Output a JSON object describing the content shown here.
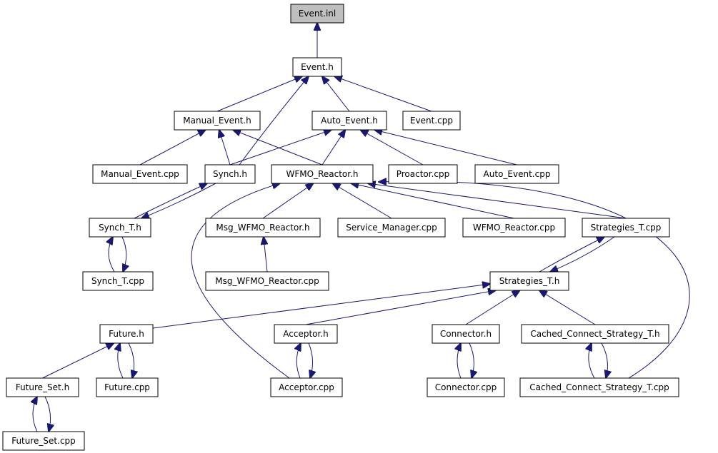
{
  "graph": {
    "edge_color": "#191970",
    "root_fill": "#bfbfbf",
    "nodes": [
      {
        "id": "event_inl",
        "label": "Event.inl",
        "root": true
      },
      {
        "id": "event_h",
        "label": "Event.h"
      },
      {
        "id": "manual_event_h",
        "label": "Manual_Event.h"
      },
      {
        "id": "auto_event_h",
        "label": "Auto_Event.h"
      },
      {
        "id": "event_cpp",
        "label": "Event.cpp"
      },
      {
        "id": "manual_event_cpp",
        "label": "Manual_Event.cpp"
      },
      {
        "id": "synch_h",
        "label": "Synch.h"
      },
      {
        "id": "wfmo_reactor_h",
        "label": "WFMO_Reactor.h"
      },
      {
        "id": "proactor_cpp",
        "label": "Proactor.cpp"
      },
      {
        "id": "auto_event_cpp",
        "label": "Auto_Event.cpp"
      },
      {
        "id": "synch_t_h",
        "label": "Synch_T.h"
      },
      {
        "id": "msg_wfmo_reactor_h",
        "label": "Msg_WFMO_Reactor.h"
      },
      {
        "id": "service_manager_cpp",
        "label": "Service_Manager.cpp"
      },
      {
        "id": "wfmo_reactor_cpp",
        "label": "WFMO_Reactor.cpp"
      },
      {
        "id": "strategies_t_cpp",
        "label": "Strategies_T.cpp"
      },
      {
        "id": "synch_t_cpp",
        "label": "Synch_T.cpp"
      },
      {
        "id": "msg_wfmo_reactor_cpp",
        "label": "Msg_WFMO_Reactor.cpp"
      },
      {
        "id": "strategies_t_h",
        "label": "Strategies_T.h"
      },
      {
        "id": "future_h",
        "label": "Future.h"
      },
      {
        "id": "acceptor_h",
        "label": "Acceptor.h"
      },
      {
        "id": "connector_h",
        "label": "Connector.h"
      },
      {
        "id": "cached_connect_strategy_t_h",
        "label": "Cached_Connect_Strategy_T.h"
      },
      {
        "id": "future_set_h",
        "label": "Future_Set.h"
      },
      {
        "id": "future_cpp",
        "label": "Future.cpp"
      },
      {
        "id": "acceptor_cpp",
        "label": "Acceptor.cpp"
      },
      {
        "id": "connector_cpp",
        "label": "Connector.cpp"
      },
      {
        "id": "cached_connect_strategy_t_cpp",
        "label": "Cached_Connect_Strategy_T.cpp"
      },
      {
        "id": "future_set_cpp",
        "label": "Future_Set.cpp"
      }
    ],
    "edges": [
      {
        "from": "event_h",
        "to": "event_inl"
      },
      {
        "from": "manual_event_h",
        "to": "event_h"
      },
      {
        "from": "synch_h",
        "to": "event_h"
      },
      {
        "from": "auto_event_h",
        "to": "event_h"
      },
      {
        "from": "event_cpp",
        "to": "event_h"
      },
      {
        "from": "manual_event_cpp",
        "to": "manual_event_h"
      },
      {
        "from": "synch_h",
        "to": "manual_event_h"
      },
      {
        "from": "wfmo_reactor_h",
        "to": "manual_event_h"
      },
      {
        "from": "synch_h",
        "to": "auto_event_h"
      },
      {
        "from": "wfmo_reactor_h",
        "to": "auto_event_h"
      },
      {
        "from": "proactor_cpp",
        "to": "auto_event_h"
      },
      {
        "from": "auto_event_cpp",
        "to": "auto_event_h"
      },
      {
        "from": "synch_t_h",
        "to": "synch_h"
      },
      {
        "from": "synch_h",
        "to": "synch_t_h"
      },
      {
        "from": "msg_wfmo_reactor_h",
        "to": "wfmo_reactor_h"
      },
      {
        "from": "service_manager_cpp",
        "to": "wfmo_reactor_h"
      },
      {
        "from": "wfmo_reactor_cpp",
        "to": "wfmo_reactor_h"
      },
      {
        "from": "strategies_t_cpp",
        "to": "wfmo_reactor_h"
      },
      {
        "from": "acceptor_cpp",
        "to": "wfmo_reactor_h"
      },
      {
        "from": "cached_connect_strategy_t_cpp",
        "to": "wfmo_reactor_h"
      },
      {
        "from": "synch_t_cpp",
        "to": "synch_t_h"
      },
      {
        "from": "synch_t_h",
        "to": "synch_t_cpp"
      },
      {
        "from": "msg_wfmo_reactor_cpp",
        "to": "msg_wfmo_reactor_h"
      },
      {
        "from": "strategies_t_h",
        "to": "strategies_t_cpp"
      },
      {
        "from": "strategies_t_cpp",
        "to": "strategies_t_h"
      },
      {
        "from": "future_h",
        "to": "strategies_t_h"
      },
      {
        "from": "acceptor_h",
        "to": "strategies_t_h"
      },
      {
        "from": "connector_h",
        "to": "strategies_t_h"
      },
      {
        "from": "cached_connect_strategy_t_h",
        "to": "strategies_t_h"
      },
      {
        "from": "future_set_h",
        "to": "future_h"
      },
      {
        "from": "future_cpp",
        "to": "future_h"
      },
      {
        "from": "future_h",
        "to": "future_cpp"
      },
      {
        "from": "acceptor_cpp",
        "to": "acceptor_h"
      },
      {
        "from": "acceptor_h",
        "to": "acceptor_cpp"
      },
      {
        "from": "connector_cpp",
        "to": "connector_h"
      },
      {
        "from": "connector_h",
        "to": "connector_cpp"
      },
      {
        "from": "cached_connect_strategy_t_cpp",
        "to": "cached_connect_strategy_t_h"
      },
      {
        "from": "cached_connect_strategy_t_h",
        "to": "cached_connect_strategy_t_cpp"
      },
      {
        "from": "future_set_cpp",
        "to": "future_set_h"
      },
      {
        "from": "future_set_h",
        "to": "future_set_cpp"
      }
    ]
  }
}
